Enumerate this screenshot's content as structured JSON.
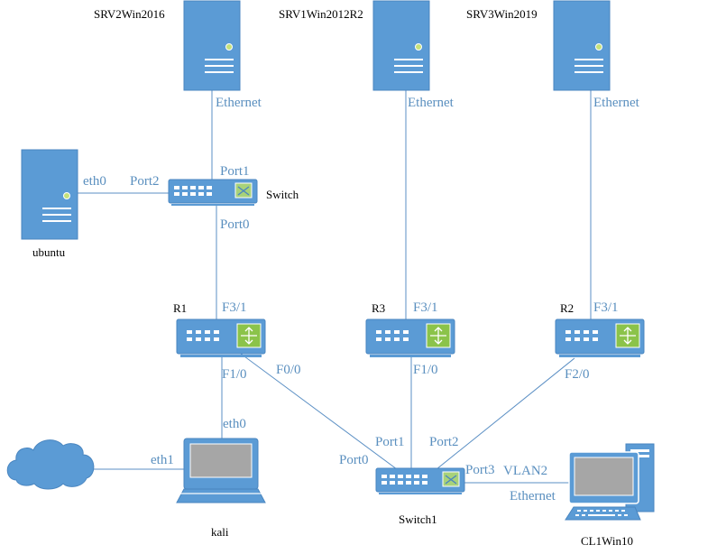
{
  "nodes": {
    "srv2": {
      "label": "SRV2Win2016",
      "type": "server"
    },
    "srv1": {
      "label": "SRV1Win2012R2",
      "type": "server"
    },
    "srv3": {
      "label": "SRV3Win2019",
      "type": "server"
    },
    "ubuntu": {
      "label": "ubuntu",
      "type": "server"
    },
    "switch": {
      "label": "Switch",
      "type": "switch"
    },
    "r1": {
      "label": "R1",
      "type": "router"
    },
    "r3": {
      "label": "R3",
      "type": "router"
    },
    "r2": {
      "label": "R2",
      "type": "router"
    },
    "kali": {
      "label": "kali",
      "type": "laptop"
    },
    "cloud": {
      "label": "",
      "type": "cloud"
    },
    "switch1": {
      "label": "Switch1",
      "type": "switch"
    },
    "cl1": {
      "label": "CL1Win10",
      "type": "desktop"
    }
  },
  "ports": {
    "srv2_eth": "Ethernet",
    "srv1_eth": "Ethernet",
    "srv3_eth": "Ethernet",
    "ubuntu_eth0": "eth0",
    "switch_port2": "Port2",
    "switch_port1": "Port1",
    "switch_port0": "Port0",
    "r1_f31": "F3/1",
    "r1_f10": "F1/0",
    "r1_f00": "F0/0",
    "r3_f31": "F3/1",
    "r3_f10": "F1/0",
    "r2_f31": "F3/1",
    "r2_f20": "F2/0",
    "kali_eth0": "eth0",
    "kali_eth1": "eth1",
    "switch1_port0": "Port0",
    "switch1_port1": "Port1",
    "switch1_port2": "Port2",
    "switch1_port3": "Port3",
    "vlan": "VLAN2",
    "cl1_eth": "Ethernet"
  },
  "colors": {
    "device": "#5b9bd5",
    "device_edge": "#4a86c0",
    "link": "#5b8fc4",
    "port_label": "#5a8fbf",
    "router_icon": "#8bc34a",
    "cloud": "#5b9bd5"
  }
}
